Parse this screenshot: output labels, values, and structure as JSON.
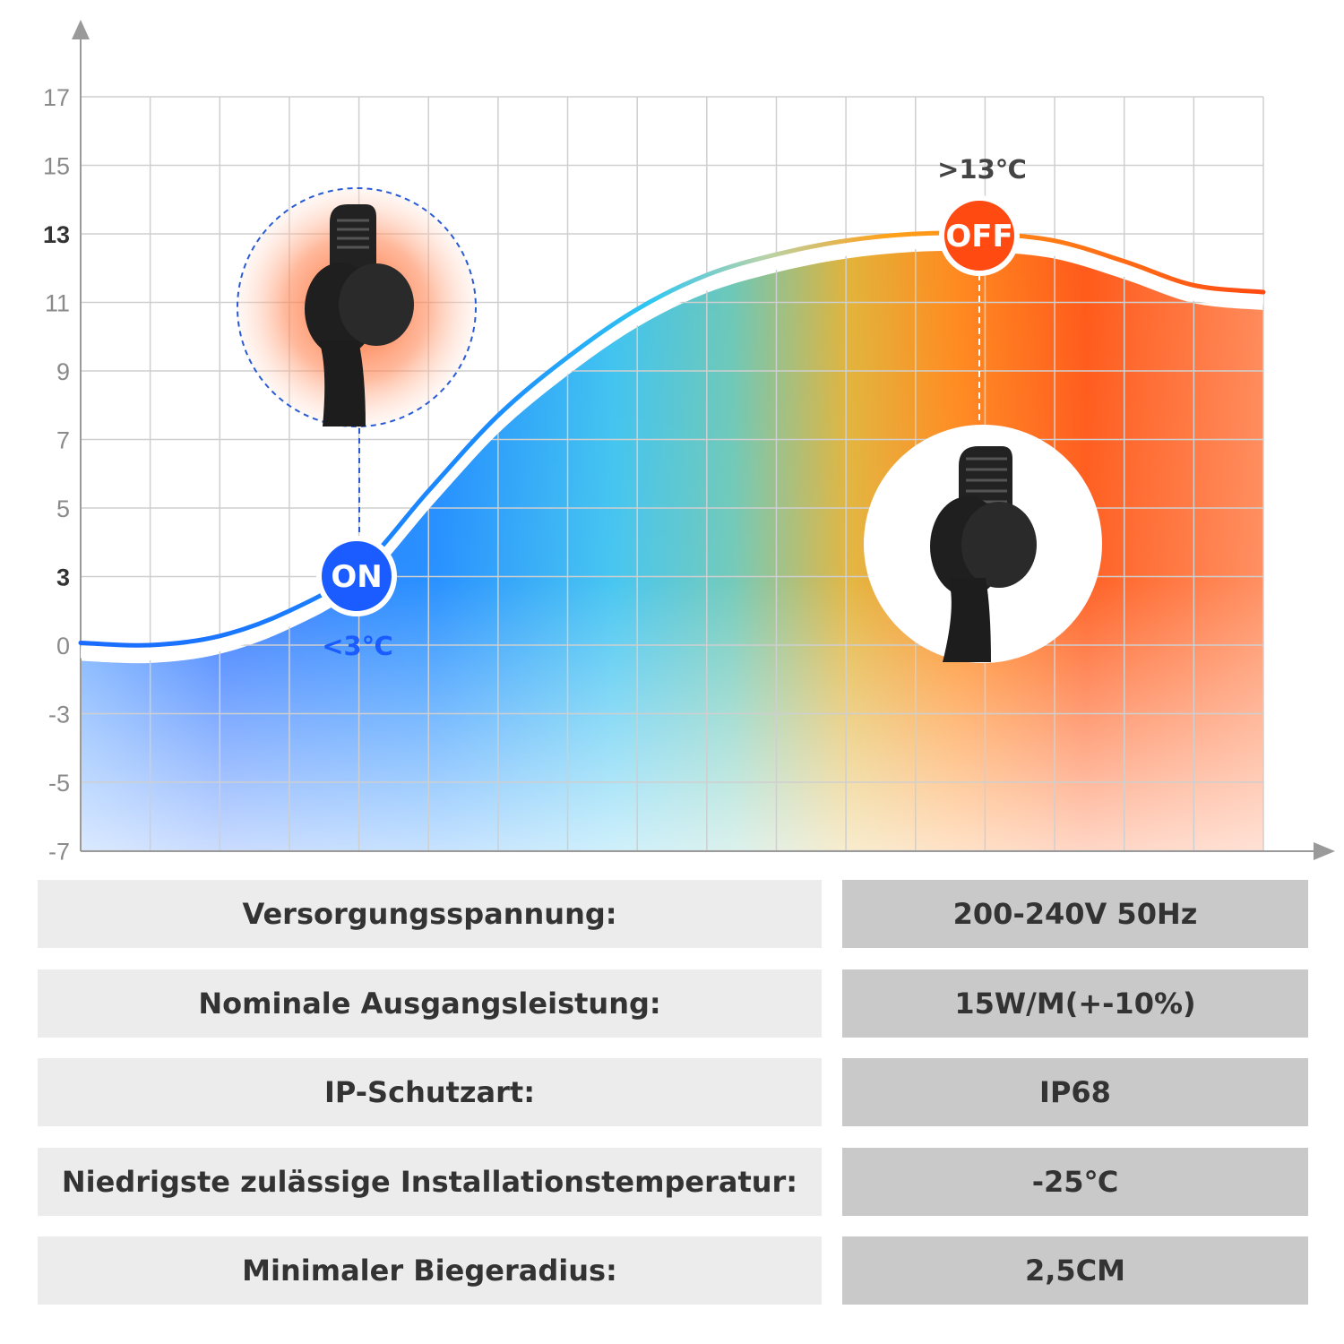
{
  "chart_data": {
    "type": "line",
    "x": [
      0,
      1,
      2,
      3,
      4,
      5,
      6,
      7,
      8,
      9,
      10,
      11,
      12,
      13,
      14,
      15,
      16,
      17
    ],
    "values": [
      0.1,
      0.0,
      0.4,
      1.5,
      3.2,
      5.5,
      7.7,
      9.4,
      10.8,
      11.8,
      12.4,
      12.8,
      13.0,
      13.0,
      12.8,
      12.2,
      11.5,
      11.3
    ],
    "y_ticks": [
      "17",
      "15",
      "13",
      "11",
      "9",
      "7",
      "5",
      "3",
      "0",
      "-3",
      "-5",
      "-7"
    ],
    "y_ticks_bold": [
      "13",
      "3"
    ],
    "ylim": [
      -7,
      17
    ],
    "grid": true,
    "annotations": {
      "on": {
        "label": "ON",
        "threshold": "<3℃",
        "x": 4.0,
        "y": 3,
        "color": "#1a5cff"
      },
      "off": {
        "label": "OFF",
        "threshold": ">13℃",
        "x": 13.0,
        "y": 13,
        "color": "#ff4a12"
      }
    }
  },
  "specs": [
    {
      "label": "Versorgungsspannung:",
      "value": "200-240V 50Hz"
    },
    {
      "label": "Nominale Ausgangsleistung:",
      "value": "15W/M(+-10%)"
    },
    {
      "label": "IP-Schutzart:",
      "value": "IP68"
    },
    {
      "label": "Niedrigste zulässige Installationstemperatur:",
      "value": "-25℃"
    },
    {
      "label": "Minimaler Biegeradius:",
      "value": "2,5CM"
    }
  ],
  "colors": {
    "cold": "#1a6bff",
    "warm": "#ff5a1a",
    "grid": "#cfcfcf",
    "axis": "#9a9a9a"
  },
  "icons": [
    "sensor-warm-icon",
    "sensor-cool-icon"
  ]
}
